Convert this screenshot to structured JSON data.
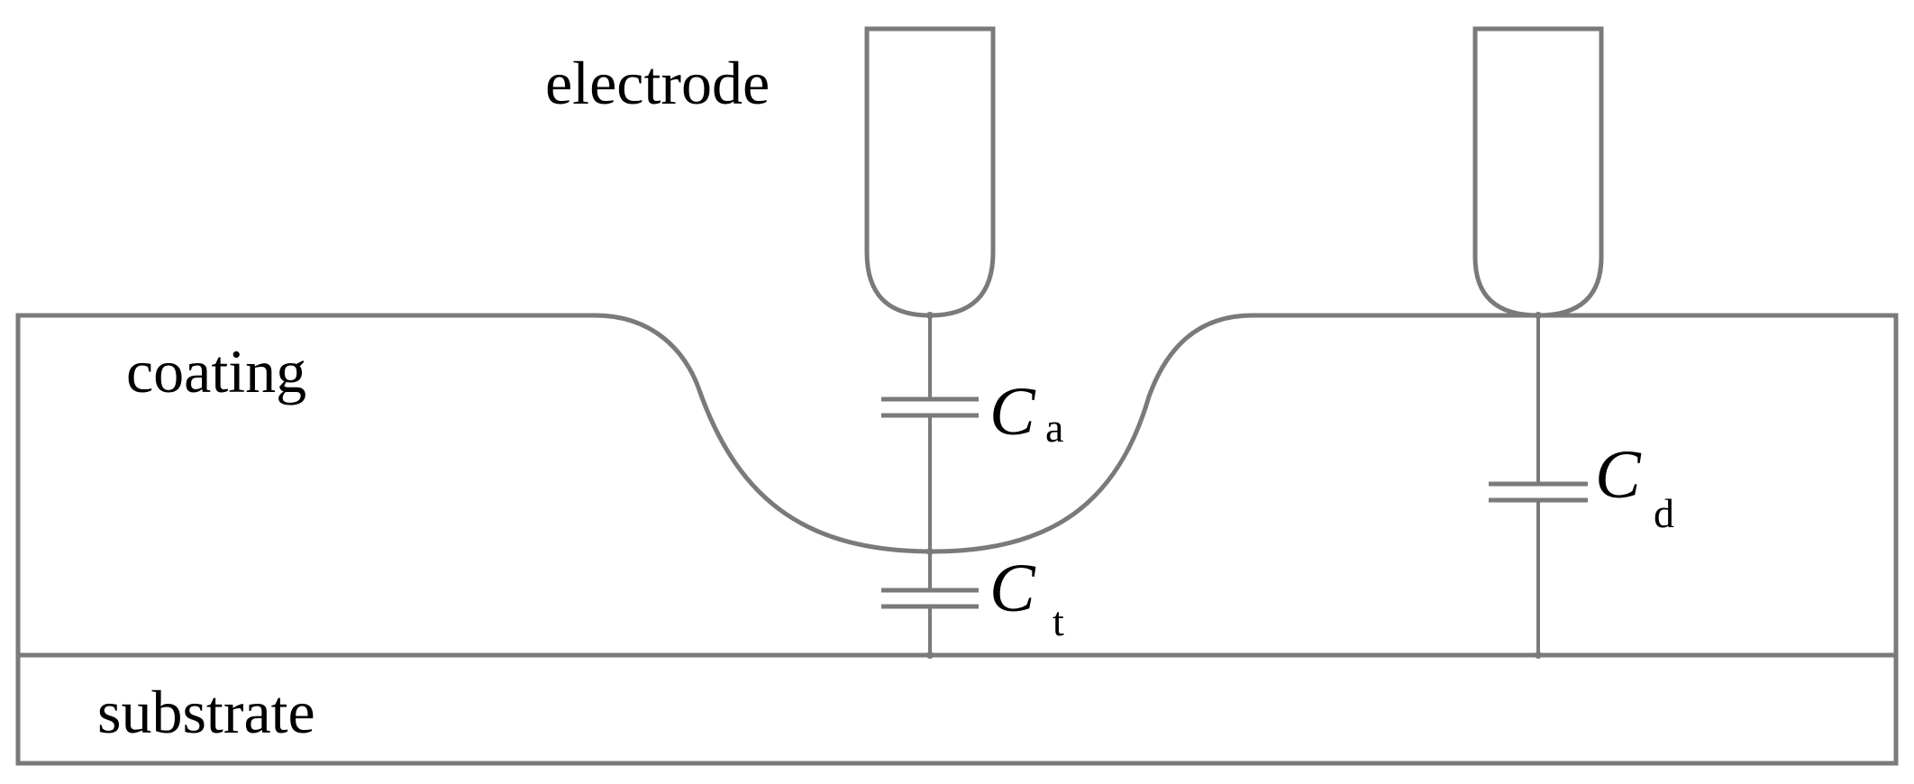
{
  "labels": {
    "electrode": "electrode",
    "coating": "coating",
    "substrate": "substrate"
  },
  "capacitors": {
    "ca": {
      "letter": "C",
      "subscript": "a"
    },
    "ct": {
      "letter": "C",
      "subscript": "t"
    },
    "cd": {
      "letter": "C",
      "subscript": "d"
    }
  },
  "colors": {
    "line": "#7a7a7a",
    "hatch": "#6e6e6e",
    "crosshatch": "#d0d0d0",
    "background": "#ffffff",
    "text": "#000000"
  }
}
